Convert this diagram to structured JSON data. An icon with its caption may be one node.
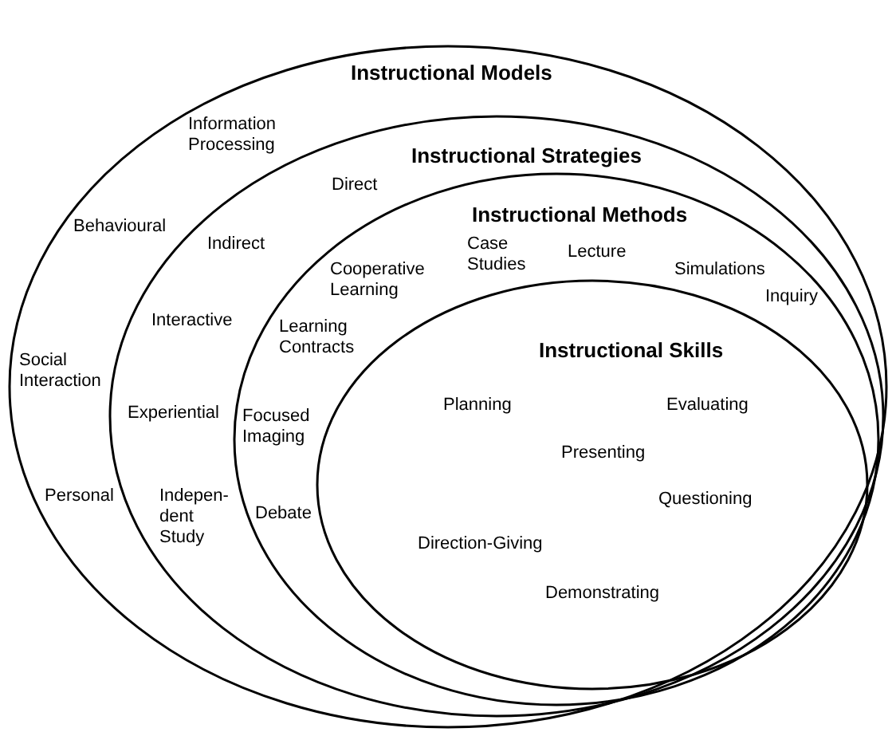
{
  "diagram": {
    "nodes": [
      {
        "text": [
          "Instructional Models"
        ]
      },
      {
        "text": [
          "Information Processing"
        ],
        "in": 0
      },
      {
        "text": [
          "Behavioural"
        ],
        "in": 0
      },
      {
        "text": [
          "Social Interaction"
        ],
        "in": 0
      },
      {
        "text": [
          "Personal"
        ],
        "in": 0
      },
      {
        "text": [
          "Instructional Strategies"
        ],
        "in": 0
      },
      {
        "text": [
          "Direct"
        ],
        "in": 5
      },
      {
        "text": [
          "Indirect"
        ],
        "in": 5
      },
      {
        "text": [
          "Interactive"
        ],
        "in": 5
      },
      {
        "text": [
          "Experiential"
        ],
        "in": 5
      },
      {
        "text": [
          "Indepen- dent Study"
        ],
        "in": 5
      },
      {
        "text": [
          "Instructional Methods"
        ],
        "in": 5
      },
      {
        "text": [
          "Cooperative Learning"
        ],
        "in": 11
      },
      {
        "text": [
          "Case Studies"
        ],
        "in": 11
      },
      {
        "text": [
          "Lecture"
        ],
        "in": 11
      },
      {
        "text": [
          "Simulations"
        ],
        "in": 11
      },
      {
        "text": [
          "Inquiry"
        ],
        "in": 11
      },
      {
        "text": [
          "Learning Contracts"
        ],
        "in": 11
      },
      {
        "text": [
          "Focused Imaging"
        ],
        "in": 11
      },
      {
        "text": [
          "Debate"
        ],
        "in": 11
      },
      {
        "text": [
          "Instructional Skills"
        ],
        "in": 11
      },
      {
        "text": [
          "Planning"
        ],
        "in": 20
      },
      {
        "text": [
          "Evaluating"
        ],
        "in": 20
      },
      {
        "text": [
          "Presenting"
        ],
        "in": 20
      },
      {
        "text": [
          "Questioning"
        ],
        "in": 20
      },
      {
        "text": [
          "Direction-Giving"
        ],
        "in": 20
      },
      {
        "text": [
          "Demonstrating"
        ],
        "in": 20
      }
    ]
  }
}
